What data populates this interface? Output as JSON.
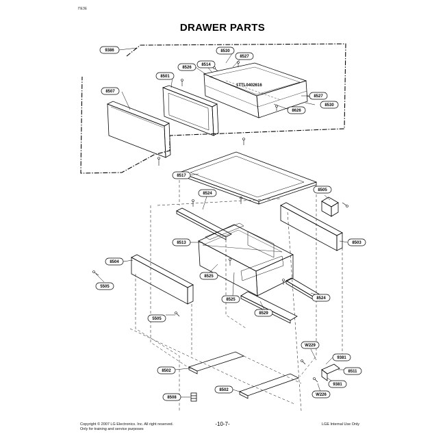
{
  "header": {
    "corner_mark": "ПЕЗЕ",
    "title": "DRAWER PARTS"
  },
  "callouts": [
    {
      "id": "c9386",
      "label": "9386"
    },
    {
      "id": "c8530a",
      "label": "8530"
    },
    {
      "id": "c8527a",
      "label": "8527"
    },
    {
      "id": "c8526",
      "label": "8526"
    },
    {
      "id": "c8514",
      "label": "8514"
    },
    {
      "id": "c8501",
      "label": "8501"
    },
    {
      "id": "c8507",
      "label": "8507"
    },
    {
      "id": "c8527b",
      "label": "8527"
    },
    {
      "id": "c8530b",
      "label": "8530"
    },
    {
      "id": "c8626",
      "label": "8626"
    },
    {
      "id": "c8517",
      "label": "8517"
    },
    {
      "id": "c8505",
      "label": "8505"
    },
    {
      "id": "c8524a",
      "label": "8524"
    },
    {
      "id": "c8513",
      "label": "8513"
    },
    {
      "id": "c8503",
      "label": "8503"
    },
    {
      "id": "c8504",
      "label": "8504"
    },
    {
      "id": "c5505a",
      "label": "5505"
    },
    {
      "id": "c8525a",
      "label": "8525"
    },
    {
      "id": "c8525b",
      "label": "8525"
    },
    {
      "id": "c8524b",
      "label": "8524"
    },
    {
      "id": "c8529",
      "label": "8529"
    },
    {
      "id": "c5505b",
      "label": "5505"
    },
    {
      "id": "cW229",
      "label": "W229"
    },
    {
      "id": "c9381a",
      "label": "9381"
    },
    {
      "id": "c8511",
      "label": "8511"
    },
    {
      "id": "c9381b",
      "label": "9381"
    },
    {
      "id": "cW226",
      "label": "W226"
    },
    {
      "id": "c8502a",
      "label": "8502"
    },
    {
      "id": "c8502b",
      "label": "8502"
    },
    {
      "id": "c8508",
      "label": "8508"
    }
  ],
  "part_number_note": "1TTL0402616",
  "footer": {
    "copyright_line1": "Copyright © 2007 LG Electronics. Inc. All right reserved.",
    "copyright_line2": "Only for training and service purposes",
    "page_number": "-10-7-",
    "internal_use": "LGE Internal Use Only"
  }
}
